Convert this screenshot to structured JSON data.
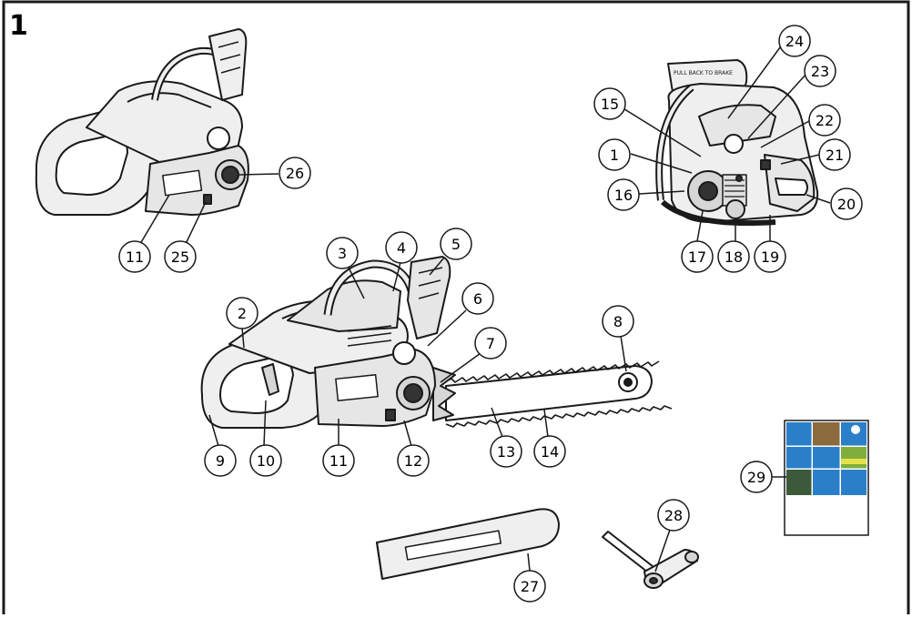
{
  "figure": {
    "number": "1"
  },
  "callouts": [
    {
      "id": "c1",
      "label": "1"
    },
    {
      "id": "c2",
      "label": "2"
    },
    {
      "id": "c3",
      "label": "3"
    },
    {
      "id": "c4",
      "label": "4"
    },
    {
      "id": "c5",
      "label": "5"
    },
    {
      "id": "c6",
      "label": "6"
    },
    {
      "id": "c7",
      "label": "7"
    },
    {
      "id": "c8",
      "label": "8"
    },
    {
      "id": "c9",
      "label": "9"
    },
    {
      "id": "c10",
      "label": "10"
    },
    {
      "id": "c11a",
      "label": "11"
    },
    {
      "id": "c11b",
      "label": "11"
    },
    {
      "id": "c12",
      "label": "12"
    },
    {
      "id": "c13",
      "label": "13"
    },
    {
      "id": "c14",
      "label": "14"
    },
    {
      "id": "c15",
      "label": "15"
    },
    {
      "id": "c16",
      "label": "16"
    },
    {
      "id": "c17",
      "label": "17"
    },
    {
      "id": "c18",
      "label": "18"
    },
    {
      "id": "c19",
      "label": "19"
    },
    {
      "id": "c20",
      "label": "20"
    },
    {
      "id": "c21",
      "label": "21"
    },
    {
      "id": "c22",
      "label": "22"
    },
    {
      "id": "c23",
      "label": "23"
    },
    {
      "id": "c24",
      "label": "24"
    },
    {
      "id": "c25",
      "label": "25"
    },
    {
      "id": "c26",
      "label": "26"
    },
    {
      "id": "c27",
      "label": "27"
    },
    {
      "id": "c28",
      "label": "28"
    },
    {
      "id": "c29",
      "label": "29"
    }
  ],
  "colors": {
    "line": "#1a1a1a",
    "fill_light": "#efefef",
    "fill_mid": "#d6d6d6",
    "fill_dark": "#333333",
    "manual_blue": "#2a7fc8",
    "manual_green": "#7fae3b",
    "manual_brown": "#8b6a3e",
    "manual_yellow": "#e4e24a"
  },
  "icons": {
    "chainsaw_left_view": "chainsaw-side-icon",
    "chainsaw_main_view": "chainsaw-with-bar-icon",
    "chainsaw_right_view": "chainsaw-rear-icon",
    "bar_guard": "bar-guard-icon",
    "combination_spanner": "spanner-icon",
    "operators_manual": "manual-icon"
  }
}
